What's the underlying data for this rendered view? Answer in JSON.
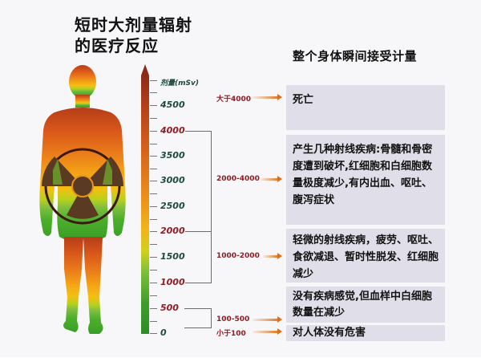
{
  "title": {
    "line1": "短时大剂量辐射",
    "line2": "的医疗反应"
  },
  "subtitle": "整个身体瞬间接受计量",
  "scale": {
    "unit_label": "剂量(mSv)",
    "ticks": [
      {
        "value": "4500",
        "highlight": false
      },
      {
        "value": "4000",
        "highlight": true
      },
      {
        "value": "3500",
        "highlight": false
      },
      {
        "value": "3000",
        "highlight": false
      },
      {
        "value": "2500",
        "highlight": false
      },
      {
        "value": "2000",
        "highlight": true
      },
      {
        "value": "1500",
        "highlight": false
      },
      {
        "value": "1000",
        "highlight": true
      },
      {
        "value": "500",
        "highlight": true
      },
      {
        "value": "0",
        "highlight": false
      }
    ],
    "gradient_colors": [
      "#8c2b17",
      "#d9641a",
      "#f0b619",
      "#7cc03a",
      "#2e8c26"
    ]
  },
  "ranges": [
    {
      "label": "大于4000",
      "effect": "死亡"
    },
    {
      "label": "2000-4000",
      "effect": "产生几种射线疾病:骨髓和骨密度遭到破坏,红细胞和白细胞数量极度减少,有内出血、呕吐、腹泻症状"
    },
    {
      "label": "1000-2000",
      "effect": "轻微的射线疾病，疲劳、呕吐、食欲减退、暂时性脱发、红细胞减少"
    },
    {
      "label": "100-500",
      "effect": "没有疾病感觉,但血样中白细胞数量在减少"
    },
    {
      "label": "小于100",
      "effect": "对人体没有危害"
    }
  ],
  "colors": {
    "label_red": "#8f1b24",
    "label_green": "#1f4a3a",
    "box_bg": "#e0dfe9",
    "arrow": "#e07a2a"
  },
  "icons": {
    "figure": "human-silhouette",
    "symbol": "radiation-trefoil"
  }
}
